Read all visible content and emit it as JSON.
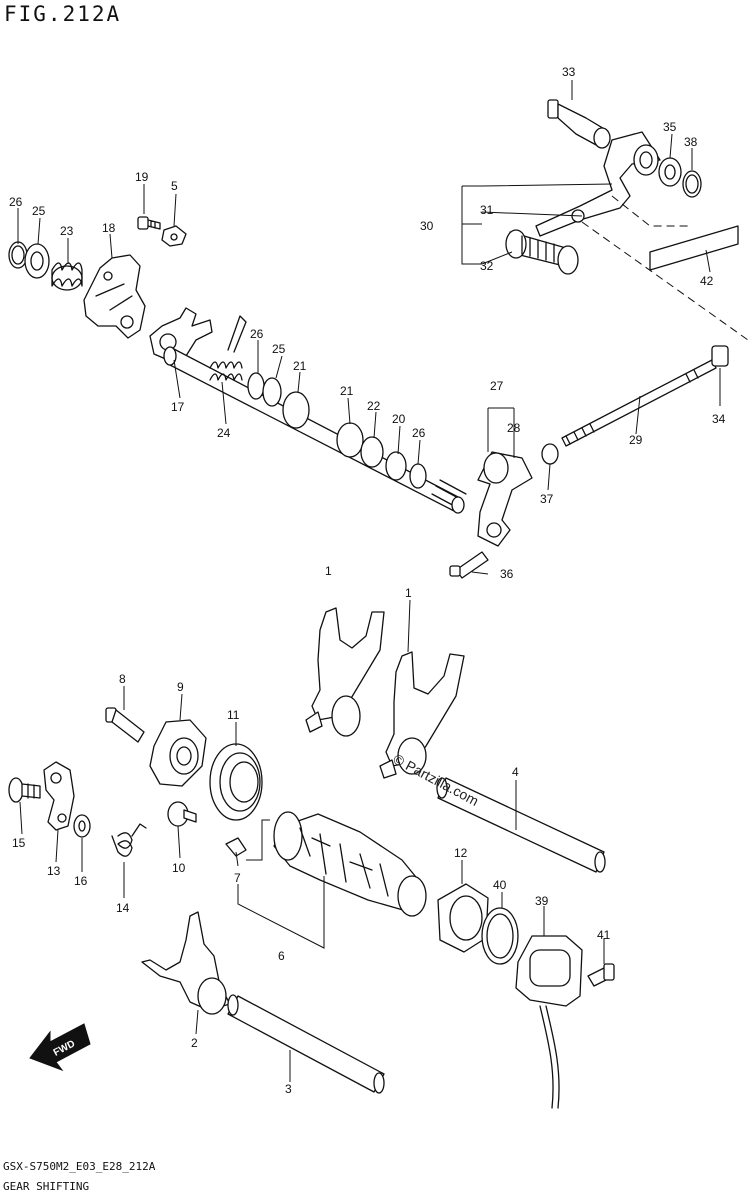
{
  "figure": {
    "title": "FIG.212A",
    "model_code": "GSX-S750M2_E03_E28_212A",
    "subtitle": "GEAR SHIFTING",
    "watermark": "© Partzilla.com",
    "direction_label": "FWD"
  },
  "callouts": [
    "1",
    "2",
    "3",
    "4",
    "5",
    "6",
    "7",
    "8",
    "9",
    "10",
    "11",
    "12",
    "13",
    "14",
    "15",
    "16",
    "17",
    "18",
    "19",
    "20",
    "21",
    "22",
    "23",
    "24",
    "25",
    "26",
    "27",
    "28",
    "29",
    "30",
    "31",
    "32",
    "33",
    "34",
    "35",
    "36",
    "37",
    "38",
    "39",
    "40",
    "41",
    "42"
  ],
  "labels": {
    "c1": "1",
    "c1b": "1",
    "c2": "2",
    "c3": "3",
    "c4": "4",
    "c5": "5",
    "c6": "6",
    "c7": "7",
    "c8": "8",
    "c9": "9",
    "c10": "10",
    "c11": "11",
    "c12": "12",
    "c13": "13",
    "c14": "14",
    "c15": "15",
    "c16": "16",
    "c17": "17",
    "c18": "18",
    "c19": "19",
    "c20": "20",
    "c21a": "21",
    "c21b": "21",
    "c22": "22",
    "c23": "23",
    "c24": "24",
    "c25a": "25",
    "c25b": "25",
    "c26a": "26",
    "c26b": "26",
    "c26c": "26",
    "c27": "27",
    "c28": "28",
    "c29": "29",
    "c30": "30",
    "c31": "31",
    "c32": "32",
    "c33": "33",
    "c34": "34",
    "c35": "35",
    "c36": "36",
    "c37": "37",
    "c38": "38",
    "c39": "39",
    "c40": "40",
    "c41": "41",
    "c42": "42"
  }
}
